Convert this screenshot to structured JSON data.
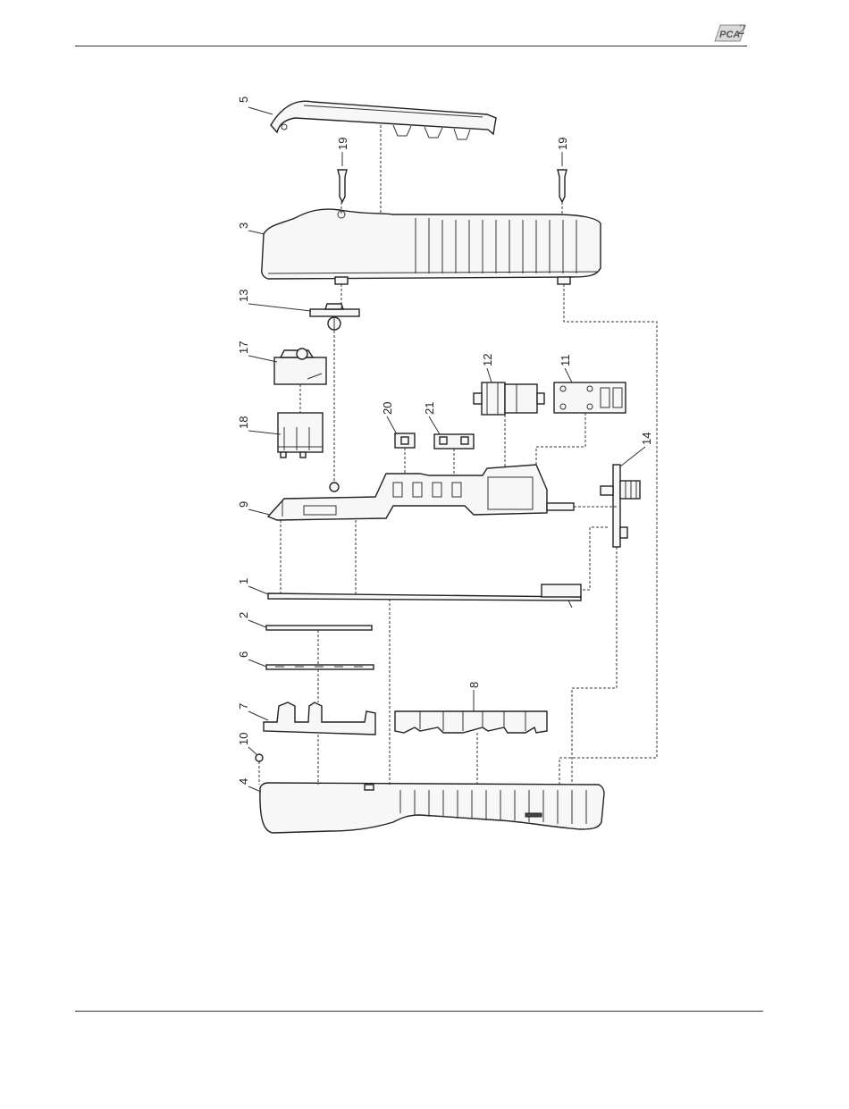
{
  "header": {
    "logo_text": "PCA",
    "logo_suffix": "2"
  },
  "diagram": {
    "part_numbers": [
      "5",
      "19",
      "19",
      "3",
      "13",
      "17",
      "18",
      "12",
      "11",
      "20",
      "21",
      "9",
      "14",
      "1",
      "2",
      "6",
      "7",
      "8",
      "10",
      "4"
    ]
  }
}
